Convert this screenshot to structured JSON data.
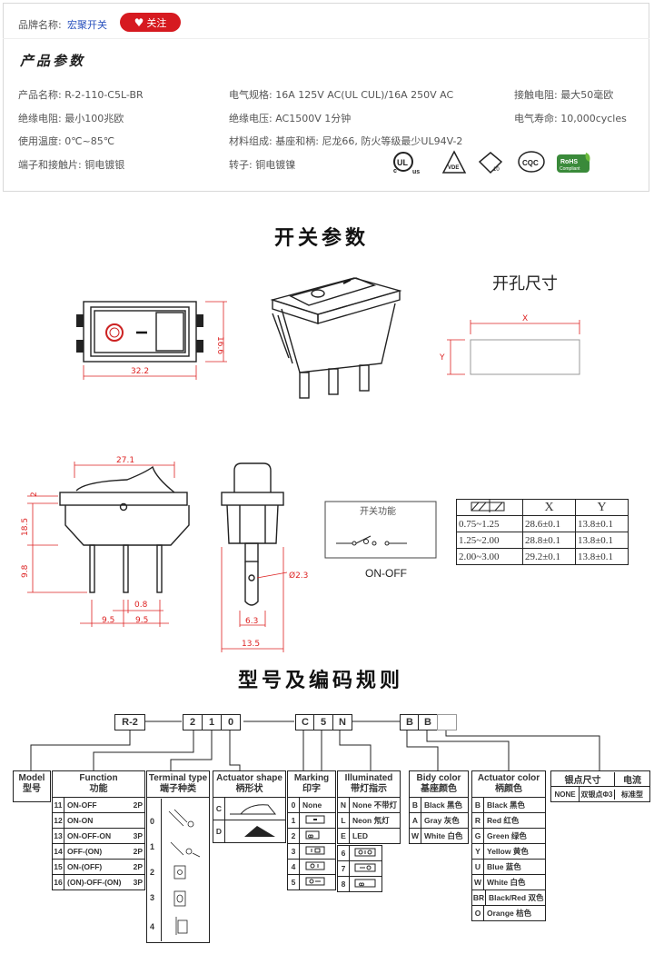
{
  "header": {
    "brand_label": "品牌名称:",
    "brand_value": "宏聚开关",
    "follow_label": "关注",
    "section_title": "产品参数"
  },
  "specs": [
    "产品名称: R-2-110-C5L-BR",
    "电气规格: 16A 125V AC(UL CUL)/16A 250V AC",
    "接触电阻: 最大50毫欧",
    "绝缘电阻: 最小100兆欧",
    "绝缘电压: AC1500V 1分钟",
    "电气寿命: 10,000cycles",
    "使用温度: 0℃~85℃",
    "材料组成: 基座和柄: 尼龙66, 防火等级最少UL94V-2",
    "端子和接触片: 铜电镀银",
    "转子: 铜电镀镍"
  ],
  "cert_icons": [
    "cul-us-icon",
    "vde-icon",
    "enec-icon",
    "cqc-icon",
    "rohs-icon"
  ],
  "cert_texts": {
    "cul": "c UL us",
    "vde": "VDE",
    "enec": "10",
    "cqc": "CQC",
    "rohs": "RoHS",
    "rohs_sub": "Compliant"
  },
  "switch_params_title": "开关参数",
  "hole_size_title": "开孔尺寸",
  "dims": {
    "front_width": "32.2",
    "front_height": "16.6",
    "hole_x": "X",
    "hole_y": "Y",
    "side_width": "27.1",
    "side_top": "2",
    "side_body": "18.5",
    "side_pin": "9.8",
    "pin_pitch_a": "9.5",
    "pin_pitch_b": "9.5",
    "pin_width": "0.8",
    "hole_dia": "Ø2.3",
    "end_w1": "6.3",
    "end_w2": "13.5"
  },
  "switch_function": {
    "title": "开关功能",
    "label": "ON-OFF"
  },
  "panel_table": {
    "headers": [
      "X",
      "Y"
    ],
    "rows": [
      [
        "0.75~1.25",
        "28.6±0.1",
        "13.8±0.1"
      ],
      [
        "1.25~2.00",
        "28.8±0.1",
        "13.8±0.1"
      ],
      [
        "2.00~3.00",
        "29.2±0.1",
        "13.8±0.1"
      ]
    ]
  },
  "code_rule_title": "型号及编码规则",
  "code_boxes": [
    "R-2",
    "2",
    "1",
    "0",
    "C",
    "5",
    "N",
    "B",
    "B",
    ""
  ],
  "columns": {
    "model": {
      "title": "Model",
      "sub": "型号"
    },
    "function": {
      "title": "Function",
      "sub": "功能",
      "rows": [
        {
          "k": "11",
          "v": "ON-OFF",
          "p": "2P"
        },
        {
          "k": "12",
          "v": "ON-ON",
          "p": ""
        },
        {
          "k": "13",
          "v": "ON-OFF-ON",
          "p": "3P"
        },
        {
          "k": "14",
          "v": "OFF-(ON)",
          "p": "2P"
        },
        {
          "k": "15",
          "v": "ON-(OFF)",
          "p": "2P"
        },
        {
          "k": "16",
          "v": "(ON)-OFF-(ON)",
          "p": "3P"
        }
      ]
    },
    "terminal": {
      "title": "Terminal type",
      "sub": "端子种类",
      "rows": [
        "0",
        "1",
        "2",
        "3",
        "4"
      ]
    },
    "actuator_shape": {
      "title": "Actuator shape",
      "sub": "柄形状",
      "rows": [
        "C",
        "D"
      ]
    },
    "marking": {
      "title": "Marking",
      "sub": "印字",
      "rows": [
        {
          "k": "0",
          "v": "None"
        },
        {
          "k": "1",
          "v": ""
        },
        {
          "k": "2",
          "v": ""
        },
        {
          "k": "3",
          "v": ""
        },
        {
          "k": "4",
          "v": ""
        },
        {
          "k": "5",
          "v": ""
        }
      ],
      "extra": [
        "6",
        "7",
        "8"
      ]
    },
    "illuminated": {
      "title": "Illuminated",
      "sub": "带灯指示",
      "rows": [
        {
          "k": "N",
          "v": "None 不带灯"
        },
        {
          "k": "L",
          "v": "Neon 氖灯"
        },
        {
          "k": "E",
          "v": "LED"
        }
      ]
    },
    "body_color": {
      "title": "Bidy color",
      "sub": "基座颜色",
      "rows": [
        {
          "k": "B",
          "v": "Black 黑色"
        },
        {
          "k": "A",
          "v": "Gray 灰色"
        },
        {
          "k": "W",
          "v": "White 白色"
        }
      ]
    },
    "actuator_color": {
      "title": "Actuator color",
      "sub": "柄颜色",
      "rows": [
        {
          "k": "B",
          "v": "Black 黑色"
        },
        {
          "k": "R",
          "v": "Red 红色"
        },
        {
          "k": "G",
          "v": "Green 绿色"
        },
        {
          "k": "Y",
          "v": "Yellow 黄色"
        },
        {
          "k": "U",
          "v": "Blue 蓝色"
        },
        {
          "k": "W",
          "v": "White 白色"
        },
        {
          "k": "BR",
          "v": "Black/Red 双色"
        },
        {
          "k": "O",
          "v": "Orange 桔色"
        }
      ]
    },
    "silver": {
      "title": "银点尺寸",
      "title2": "电流",
      "row": [
        "NONE",
        "双银点Φ3",
        "标准型"
      ]
    }
  }
}
